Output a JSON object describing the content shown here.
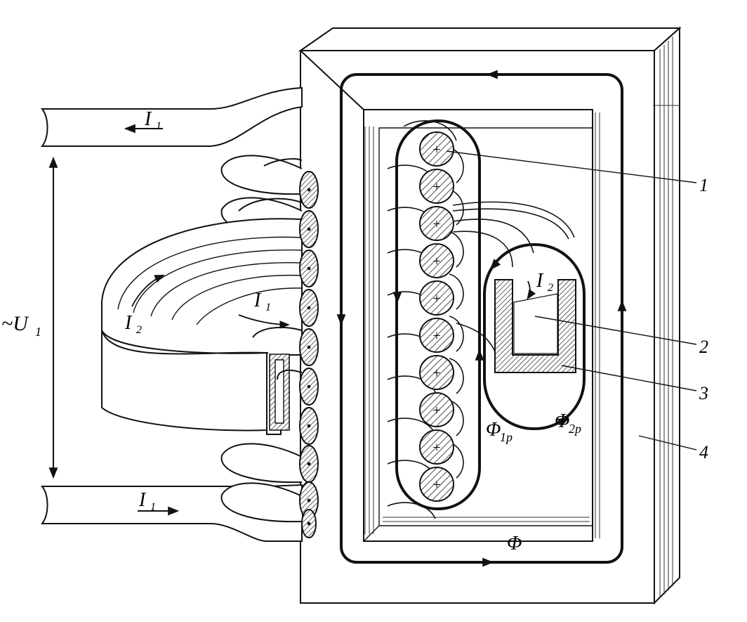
{
  "labels": {
    "voltage": "~U",
    "voltage_sub": "1",
    "current_primary": "I",
    "current_primary_sub": "1",
    "current_secondary": "I",
    "current_secondary_sub": "2",
    "flux_main": "Φ",
    "flux_leak_primary": "Φ",
    "flux_leak_primary_sub": "1p",
    "flux_leak_secondary": "Φ",
    "flux_leak_secondary_sub": "2p"
  },
  "callouts": [
    "1",
    "2",
    "3",
    "4"
  ],
  "conductor_mark": "+",
  "colors": {
    "ink": "#111111",
    "hatch": "#222222",
    "paper": "#ffffff",
    "conductor_fill": "#e8e8e8"
  }
}
